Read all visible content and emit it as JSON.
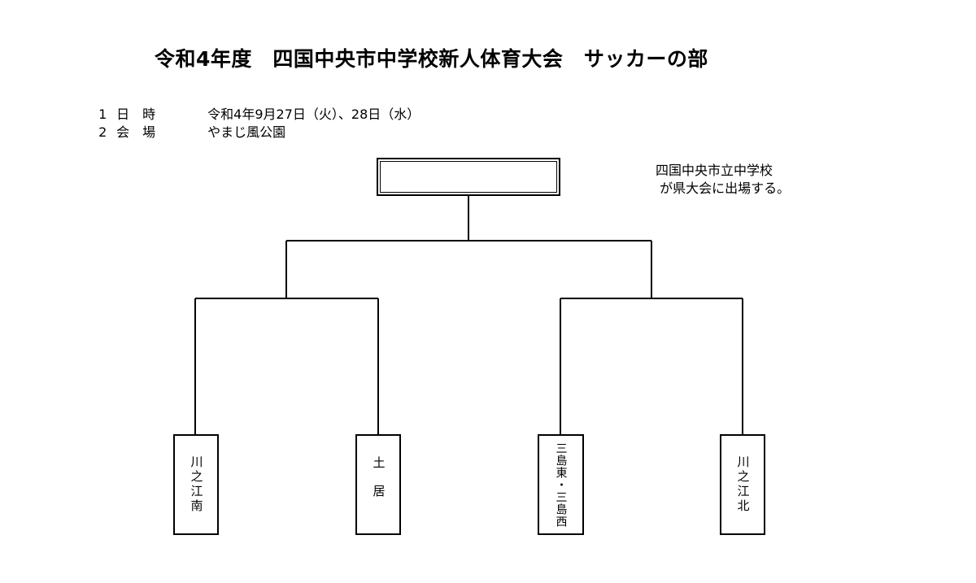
{
  "title": "令和4年度　四国中央市中学校新人体育大会　サッカーの部",
  "info": [
    {
      "num": "1",
      "key": "日　時",
      "value": "令和4年9月27日（火）、28日（水）"
    },
    {
      "num": "2",
      "key": "会　場",
      "value": "やまじ風公園"
    }
  ],
  "note": {
    "line1": "四国中央市立中学校",
    "line2": " が県大会に出場する。"
  },
  "winner": "",
  "teams": [
    {
      "name": "川之江南"
    },
    {
      "name": "土居"
    },
    {
      "name": "三島東・三島西"
    },
    {
      "name": "川之江北"
    }
  ]
}
